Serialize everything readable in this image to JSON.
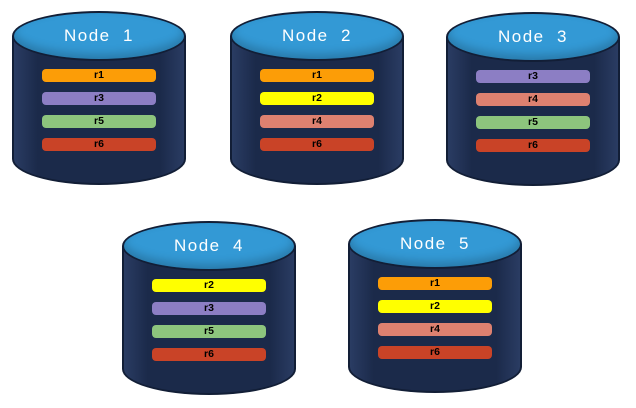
{
  "diagram": {
    "description": "Five database nodes each storing four replicas",
    "colors": {
      "background": "#ffffff",
      "cylinder_body": "#1b2a4a",
      "cylinder_body_edge": "#2a3c63",
      "cylinder_top": "#3399d5",
      "outline": "#121e36",
      "title_text": "#ffffff",
      "bar_text": "#000000",
      "replica_colors": {
        "r1": "#fc9d07",
        "r2": "#ffff00",
        "r3": "#8c7ec4",
        "r4": "#de8170",
        "r5": "#8dc57d",
        "r6": "#c94327"
      }
    },
    "nodes": [
      {
        "title": "Node  1",
        "replicas": [
          "r1",
          "r3",
          "r5",
          "r6"
        ]
      },
      {
        "title": "Node  2",
        "replicas": [
          "r1",
          "r2",
          "r4",
          "r6"
        ]
      },
      {
        "title": "Node  3",
        "replicas": [
          "r3",
          "r4",
          "r5",
          "r6"
        ]
      },
      {
        "title": "Node  4",
        "replicas": [
          "r2",
          "r3",
          "r5",
          "r6"
        ]
      },
      {
        "title": "Node  5",
        "replicas": [
          "r1",
          "r2",
          "r4",
          "r6"
        ]
      }
    ]
  }
}
